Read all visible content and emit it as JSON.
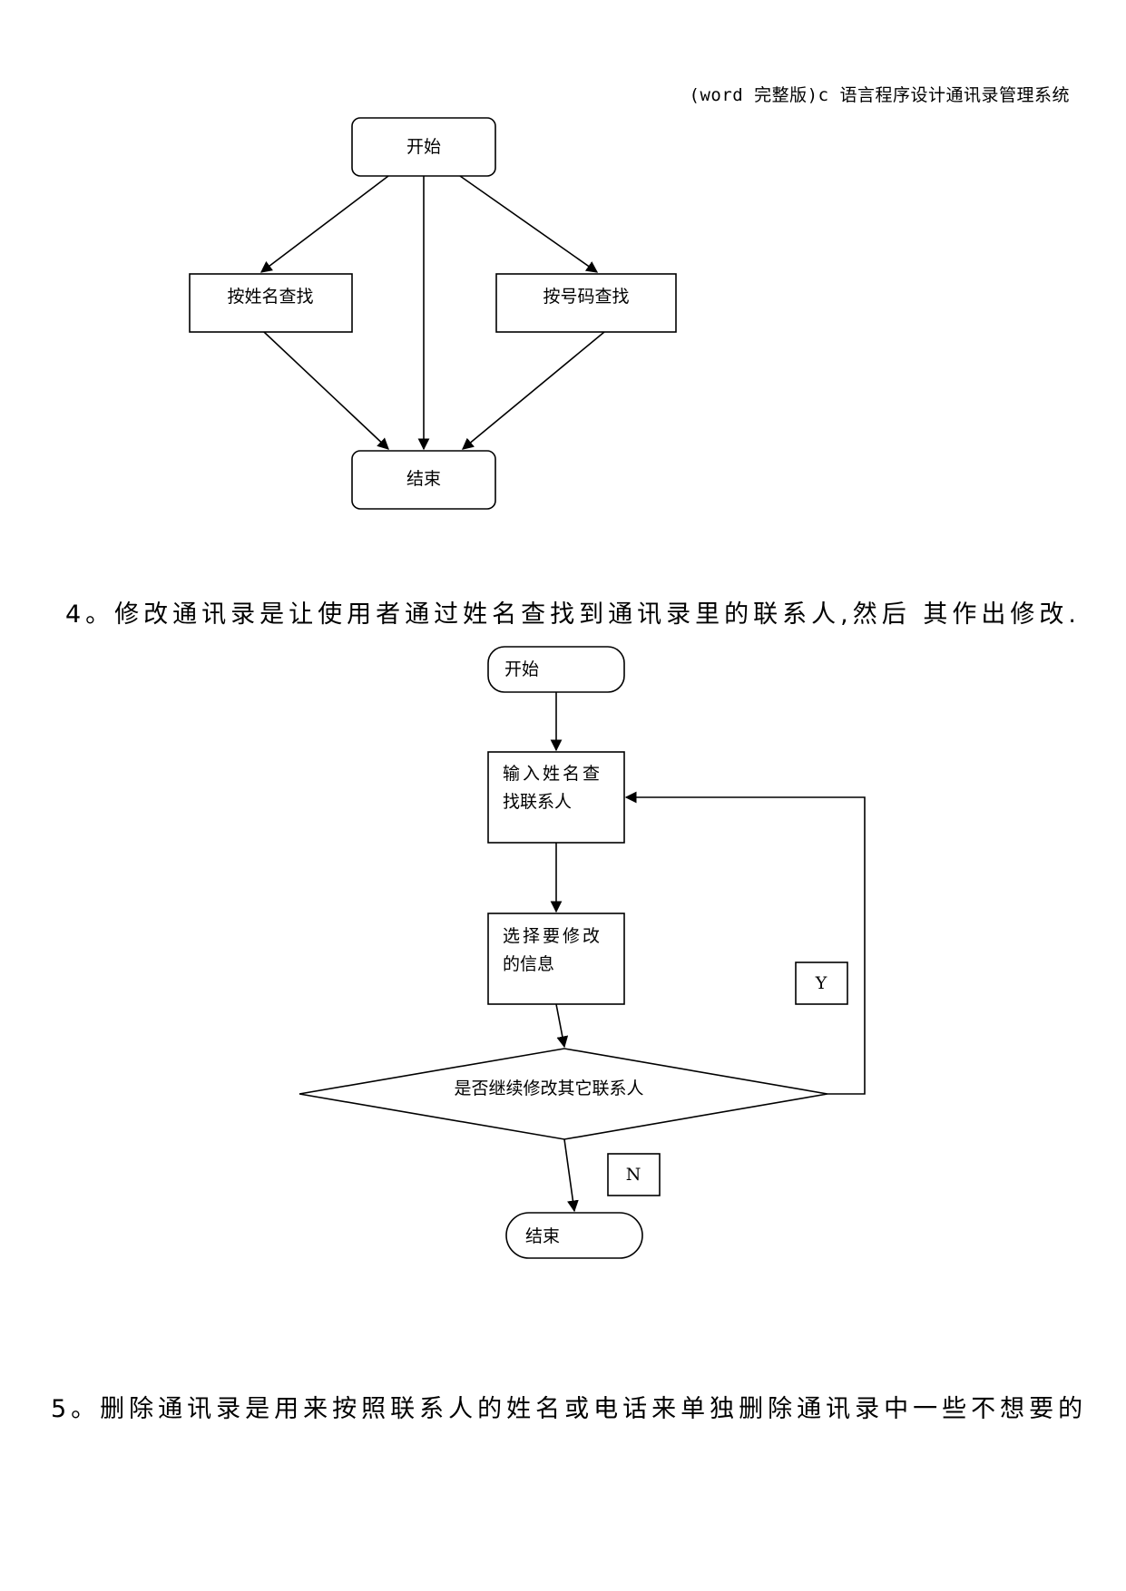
{
  "header": {
    "title": "(word 完整版)c 语言程序设计通讯录管理系统"
  },
  "flowchart_search": {
    "start": "开始",
    "by_name": "按姓名查找",
    "by_number": "按号码查找",
    "end": "结束"
  },
  "paragraph_4": "4。修改通讯录是让使用者通过姓名查找到通讯录里的联系人,然后 其作出修改.",
  "flowchart_modify": {
    "start": "开始",
    "input_line1": "输入姓名查",
    "input_line2": "找联系人",
    "select_line1": "选择要修改",
    "select_line2": "的信息",
    "decision": "是否继续修改其它联系人",
    "yes_label": "Y",
    "no_label": "N",
    "end": "结束"
  },
  "paragraph_5": "5。删除通讯录是用来按照联系人的姓名或电话来单独删除通讯录中一些不想要的"
}
